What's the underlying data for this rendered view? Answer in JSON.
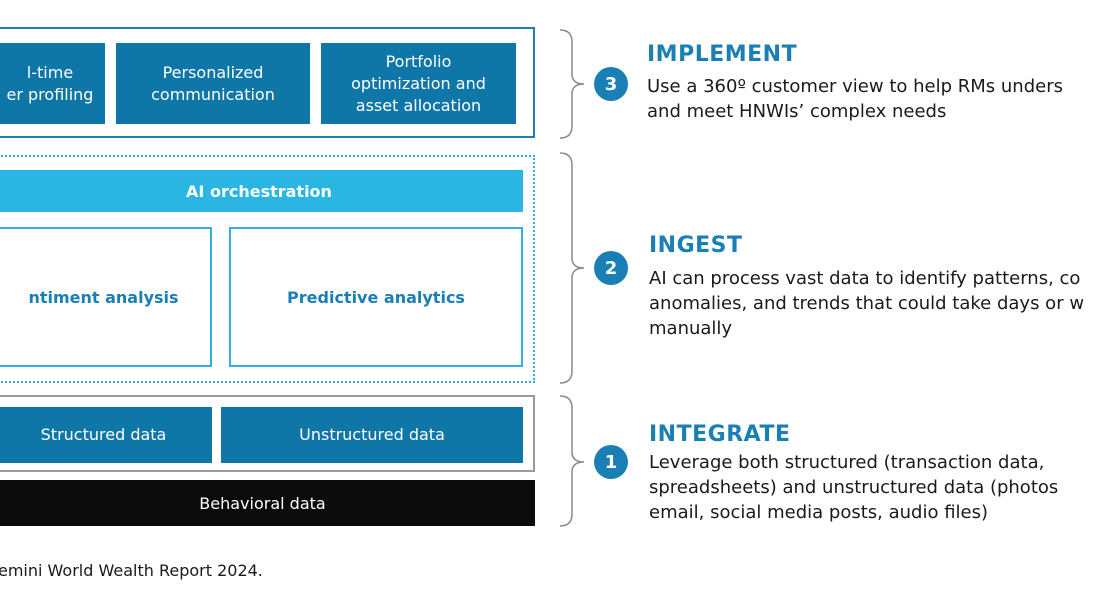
{
  "implement_layer": {
    "boxes": [
      {
        "label": "l-time\ner profiling"
      },
      {
        "label": "Personalized\ncommunication"
      },
      {
        "label": "Portfolio\noptimization and\nasset allocation"
      }
    ]
  },
  "ingest_layer": {
    "orchestration_label": "AI orchestration",
    "boxes": [
      {
        "label": "ntiment analysis"
      },
      {
        "label": "Predictive analytics"
      }
    ]
  },
  "integrate_layer": {
    "boxes": [
      {
        "label": "Structured data"
      },
      {
        "label": "Unstructured data"
      }
    ],
    "base_label": "Behavioral data"
  },
  "steps": [
    {
      "number": "3",
      "title": "IMPLEMENT",
      "description": "Use a 360º customer view to help RMs unders\nand meet HNWIs’ complex needs"
    },
    {
      "number": "2",
      "title": "INGEST",
      "description": "AI can process vast data to identify patterns, co\nanomalies, and trends that could take days or w\nmanually"
    },
    {
      "number": "1",
      "title": "INTEGRATE",
      "description": "Leverage both structured (transaction data,\nspreadsheets) and unstructured data (photos\nemail, social media posts, audio files)"
    }
  ],
  "source_text": "emini World Wealth Report 2024.",
  "colors": {
    "primary_blue": "#0f76a8",
    "accent_cyan": "#2ab5e3",
    "step_blue": "#1a7fb5",
    "dark_bar": "#0b0b0b"
  }
}
